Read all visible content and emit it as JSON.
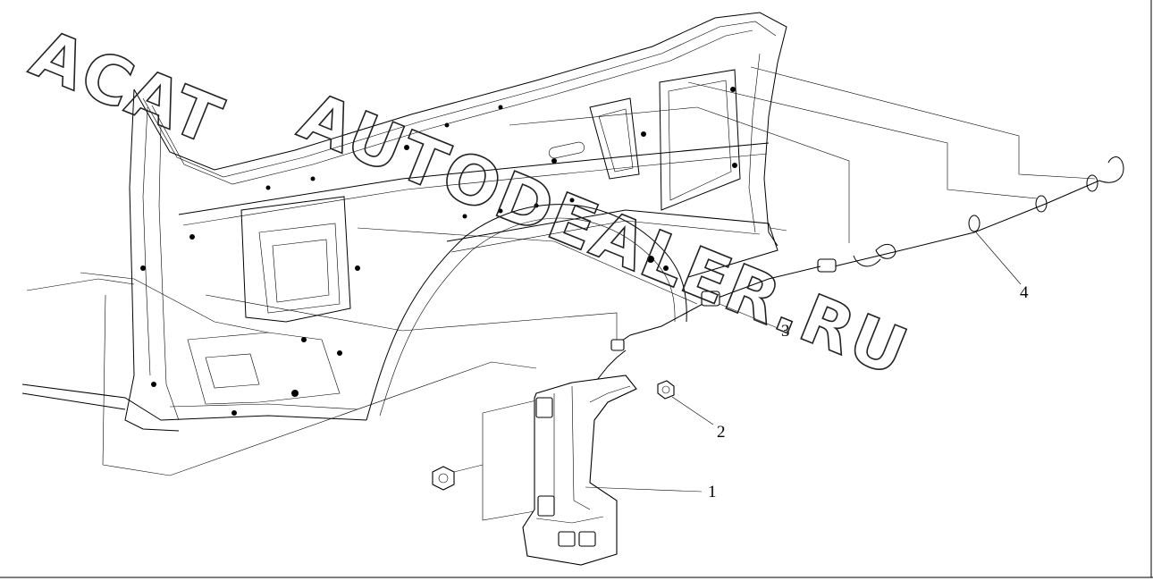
{
  "watermark": {
    "line1": "ACAT",
    "line2": "AUTODEALER.RU"
  },
  "callouts": [
    {
      "id": "1",
      "label": "1"
    },
    {
      "id": "2",
      "label": "2"
    },
    {
      "id": "3",
      "label": "3"
    },
    {
      "id": "4",
      "label": "4"
    }
  ],
  "colors": {
    "line": "#000000",
    "background": "#ffffff"
  }
}
